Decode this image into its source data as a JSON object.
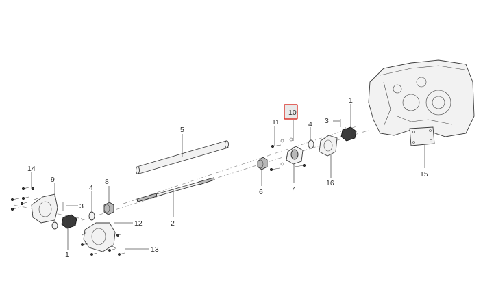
{
  "callouts": [
    {
      "id": "label-1-left",
      "text": "1"
    },
    {
      "id": "label-1-right",
      "text": "1"
    },
    {
      "id": "label-2",
      "text": "2"
    },
    {
      "id": "label-3-left",
      "text": "3"
    },
    {
      "id": "label-3-right",
      "text": "3"
    },
    {
      "id": "label-4-left",
      "text": "4"
    },
    {
      "id": "label-4-right",
      "text": "4"
    },
    {
      "id": "label-5",
      "text": "5"
    },
    {
      "id": "label-6",
      "text": "6"
    },
    {
      "id": "label-7",
      "text": "7"
    },
    {
      "id": "label-8",
      "text": "8"
    },
    {
      "id": "label-9",
      "text": "9"
    },
    {
      "id": "label-10",
      "text": "10"
    },
    {
      "id": "label-11",
      "text": "11"
    },
    {
      "id": "label-12",
      "text": "12"
    },
    {
      "id": "label-13",
      "text": "13"
    },
    {
      "id": "label-14",
      "text": "14"
    },
    {
      "id": "label-15",
      "text": "15"
    },
    {
      "id": "label-16",
      "text": "16"
    }
  ],
  "selected_callout": "8",
  "colors": {
    "highlight_border": "#d9342b",
    "highlight_fill": "#e9e9e9",
    "line": "#3a3a3a"
  }
}
